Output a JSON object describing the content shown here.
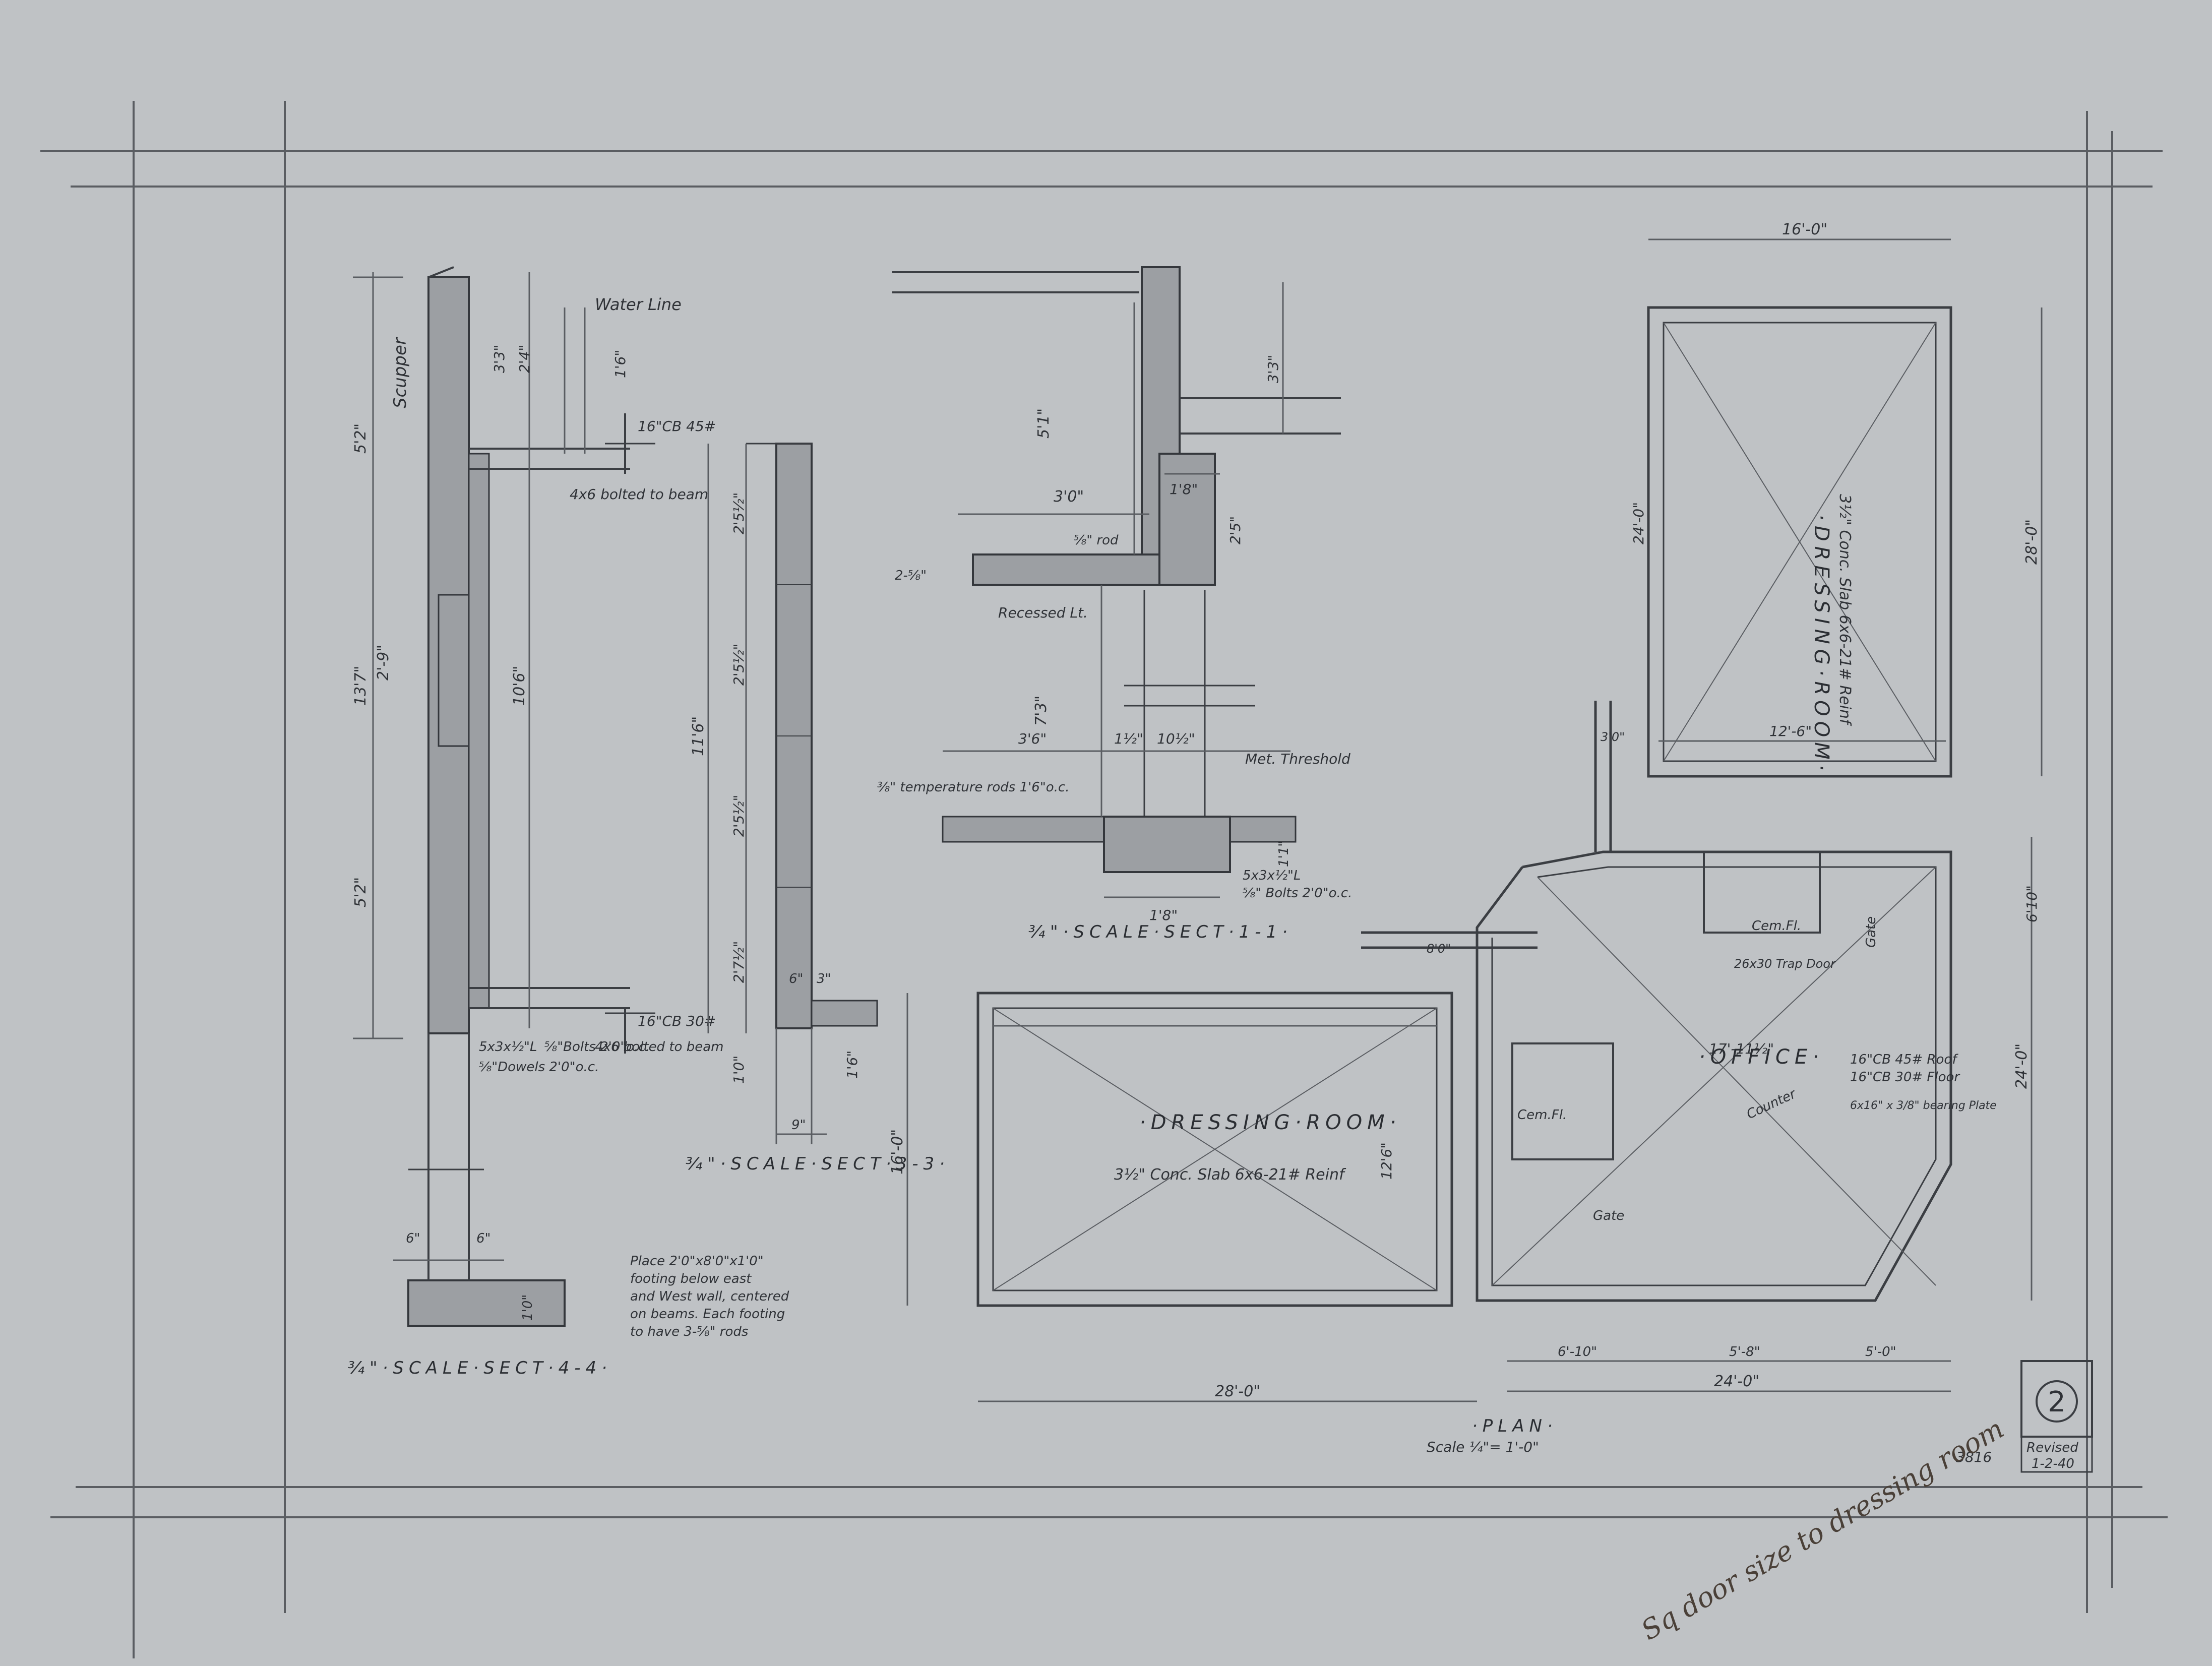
{
  "sections": {
    "sect44": {
      "title": "¾\"·SCALE·SECT·4-4·",
      "labels": [
        "Scupper",
        "Water Line",
        "16\"CB 45#",
        "4x6 bolted to beam",
        "16\"CB 30#",
        "5x3x½\"L",
        "⅝\"Bolts 2'0\"o.c.",
        "⅝\"Dowels 2'0\"o.c.",
        "4x6 bolted to beam"
      ],
      "dims": [
        "5'2\"",
        "13'7\"",
        "5'2\"",
        "2'-9\"",
        "10'6\"",
        "3'3\"",
        "2'4\"",
        "1'6\"",
        "6\"",
        "6\"",
        "1'0\""
      ]
    },
    "sect33": {
      "title": "¾\"·SCALE·SECT·3-3·",
      "dims": [
        "11'6\"",
        "2'5½\"",
        "2'5½\"",
        "2'5½\"",
        "2'7½\"",
        "1'0\"",
        "1'6\"",
        "6\"",
        "3\"",
        "9\""
      ]
    },
    "sect11": {
      "title": "¾\"·SCALE·SECT·1-1·",
      "labels": [
        "Recessed Lt.",
        "Met. Threshold",
        "⅜\" temperature rods 1'6\"o.c.",
        "5x3x½\"L",
        "⅝\" Bolts 2'0\"o.c.",
        "2-⅝\"",
        "⅝\" rod"
      ],
      "dims": [
        "5'1\"",
        "3'3\"",
        "3'0\"",
        "1'8\"",
        "2'5\"",
        "7'3\"",
        "3'6\"",
        "1½\"",
        "10½\"",
        "1'8\"",
        "1'1\""
      ]
    }
  },
  "note": {
    "lines": [
      "Place 2'0\"x8'0\"x1'0\"",
      "footing below east",
      "and West wall, centered",
      "on beams. Each footing",
      "to have 3-⅝\" rods"
    ]
  },
  "plan": {
    "title": "·PLAN·",
    "scale": "Scale ¼\"= 1'-0\"",
    "rooms": [
      {
        "name": "·DRESSING·ROOM·",
        "slab": "3½\" Conc. Slab 6x6-21# Reinf"
      },
      {
        "name": "·DRESSING·ROOM·",
        "slab": "3½\" Conc. Slab 6x6-21# Reinf"
      },
      {
        "name": "·OFFICE·"
      }
    ],
    "labels": [
      "Counter",
      "Gate",
      "Gate",
      "Cem.Fl.",
      "Cem.Fl.",
      "26x30 Trap Door",
      "16\"CB 45# Roof",
      "16\"CB 30# Floor",
      "6x16\" x 3/8\" bearing Plate"
    ],
    "dims": [
      "16'-0\"",
      "28'-0\"",
      "24'-0\"",
      "12'-6\"",
      "24'-0\"",
      "28'-0\"",
      "24'-0\"",
      "16'-0\"",
      "12'6\"",
      "6'-10\"",
      "5'-8\"",
      "5'-0\"",
      "17'-11½\"",
      "6'10\"",
      "3'0\"",
      "8'0\""
    ]
  },
  "sheet": {
    "number": "2",
    "revised": "Revised",
    "revised_date": "1-2-40",
    "drawing_no": "3816"
  },
  "annotation": "Sq door size to dressing room"
}
